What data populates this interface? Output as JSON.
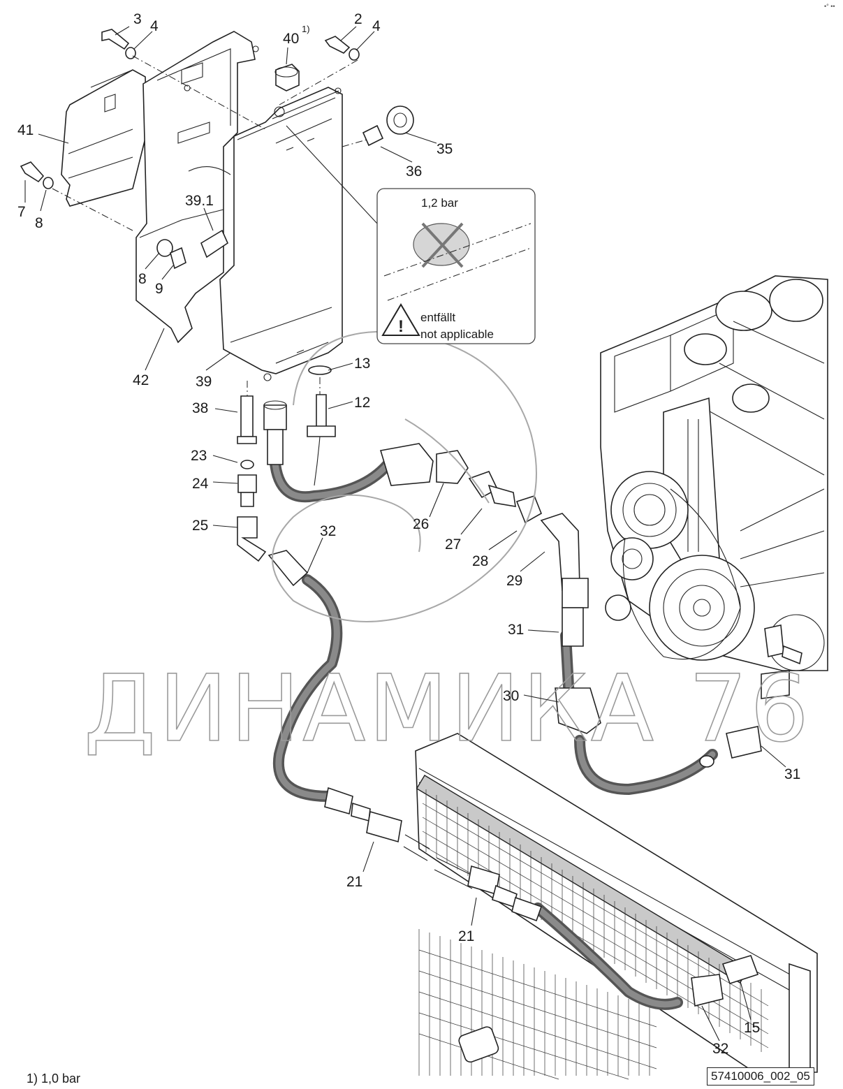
{
  "watermark": "ДИНАМИКА 76",
  "inset": {
    "pressure": "1,2 bar",
    "note_de": "entfällt",
    "note_en": "not applicable"
  },
  "footnote": "1)  1,0 bar",
  "document_id": "57410006_002_05",
  "corner_mark": "•° ••",
  "callouts": {
    "c3": "3",
    "c4a": "4",
    "c40": "40",
    "c40sup": "1)",
    "c2": "2",
    "c4b": "4",
    "c41": "41",
    "c7": "7",
    "c8a": "8",
    "c39_1": "39.1",
    "c8b": "8",
    "c9": "9",
    "c35": "35",
    "c36": "36",
    "c42": "42",
    "c39": "39",
    "c13": "13",
    "c12": "12",
    "c38": "38",
    "c23": "23",
    "c24": "24",
    "c25": "25",
    "c32a": "32",
    "c26": "26",
    "c27": "27",
    "c28": "28",
    "c29": "29",
    "c31a": "31",
    "c30": "30",
    "c31b": "31",
    "c21a": "21",
    "c21b": "21",
    "c15": "15",
    "c32b": "32"
  }
}
